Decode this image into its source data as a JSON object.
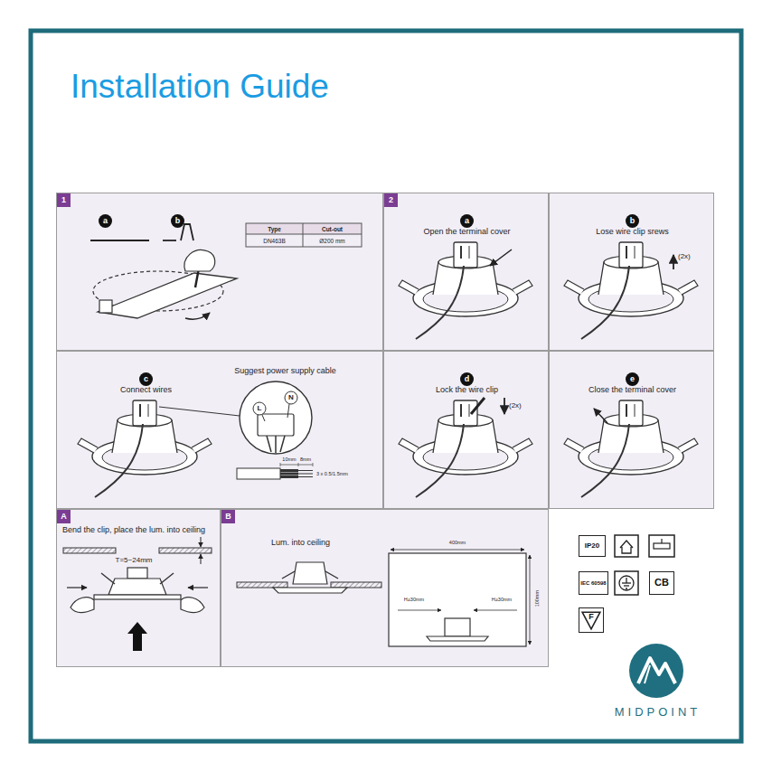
{
  "diagram": {
    "title": "Installation Guide",
    "nodes": [
      {
        "text": [
          "1"
        ]
      },
      {
        "text": [
          "a"
        ],
        "in": 0
      },
      {
        "text": [
          "b"
        ],
        "in": 0
      },
      {
        "text": [
          "2",
          "Open the terminal cover"
        ]
      },
      {
        "text": [
          "a"
        ],
        "in": 3
      },
      {
        "text": [
          "Lose wire clip srews"
        ]
      },
      {
        "text": [
          "b"
        ],
        "in": 5
      },
      {
        "text": [
          "Connect wires",
          "Suggest power supply cable"
        ]
      },
      {
        "text": [
          "c"
        ],
        "in": 7
      },
      {
        "text": [
          "Lock the wire clip"
        ]
      },
      {
        "text": [
          "d"
        ],
        "in": 9
      },
      {
        "text": [
          "Close the terminal cover"
        ]
      },
      {
        "text": [
          "e"
        ],
        "in": 11
      },
      {
        "text": [
          "A",
          "Bend the clip, place the lum. into ceiling"
        ]
      },
      {
        "text": [
          "B",
          "Lum. into ceiling"
        ]
      },
      {
        "text": [
          "IP20"
        ]
      },
      {
        "text": [
          "IEC 60598"
        ]
      },
      {
        "text": [
          "CB"
        ]
      },
      {
        "text": [
          "F"
        ]
      }
    ],
    "labels": [
      "Type",
      "Cut-out",
      "DN463B",
      "Ø200 mm",
      "(2x)",
      "L",
      "N",
      "10mm",
      "8mm",
      "3 x 0.5/1.5mm",
      "(2x)",
      "T=5~24mm",
      "400mm",
      "H≥30mm",
      "H≥30mm",
      "100mm",
      "MIDPOINT"
    ]
  }
}
